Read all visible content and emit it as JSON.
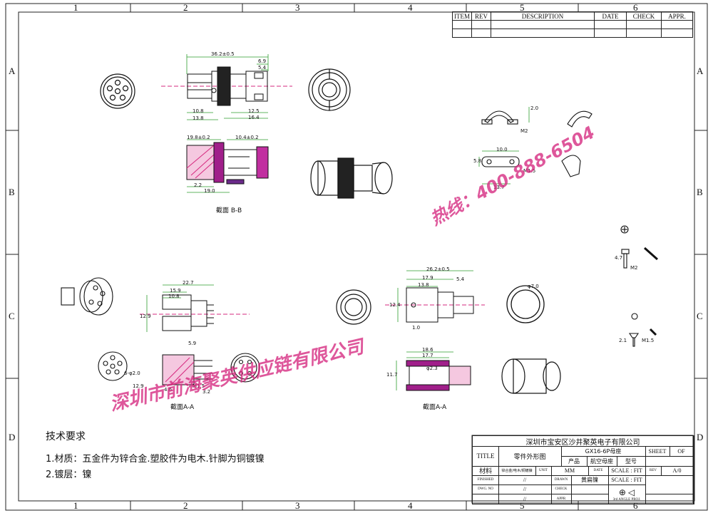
{
  "zones": {
    "columns": [
      "1",
      "2",
      "3",
      "4",
      "5",
      "6"
    ],
    "rows": [
      "A",
      "B",
      "C",
      "D"
    ]
  },
  "revision_table": {
    "headers": [
      "ITEM",
      "REV",
      "DESCRIPTION",
      "DATE",
      "CHECK",
      "APPR."
    ]
  },
  "views": {
    "section_bb_caption": "截面 B-B",
    "section_aa_left_caption": "截面A-A",
    "section_aa_right_caption": "截面A-A"
  },
  "dimensions": {
    "top": [
      "36.2±0.5",
      "6.9",
      "5.4",
      "10.8",
      "13.8",
      "12.5",
      "16.4",
      "19.8±0.2",
      "10.4±0.2",
      "2.2",
      "19.0"
    ],
    "clip": [
      "10.0",
      "5.8",
      "13.7",
      "2.0",
      "M2",
      "M1.5"
    ],
    "left_mid": [
      "22.7",
      "15.9",
      "10.8",
      "12.9",
      "5.9",
      "6-φ2.0",
      "12.9",
      "4.6",
      "M1.5",
      "3.2"
    ],
    "right_mid": [
      "26.2±0.5",
      "17.9",
      "13.8",
      "5.4",
      "1.0",
      "12.4",
      "φ7.0",
      "18.6",
      "17.7",
      "φ2.3",
      "11.7"
    ],
    "screws": [
      "M2",
      "M1.5",
      "4.7",
      "2.1"
    ]
  },
  "notes": {
    "heading": "技术要求",
    "items": [
      "1.材质：五金件为锌合金.塑胶件为电木.针脚为铜镀镍",
      "2.镀层：镍"
    ]
  },
  "title_block": {
    "company": "深圳市宝安区沙井聚英电子有限公司",
    "title_label": "TITLE",
    "drawing_title": "零件外形图",
    "part_code": "GX16-6P母座",
    "product_label": "产品",
    "product_value": "航空母座",
    "model_label": "型号",
    "sheet_label": "SHEET",
    "of_label": "OF",
    "material_label": "材料",
    "material_value": "锌合金/电木/铜镀镍",
    "unit_label": "UNIT",
    "unit_value": "MM",
    "date_label": "DATE",
    "scale_label": "SCALE : FIT",
    "scale2_label": "SCALE : FIT",
    "rev_label": "REV",
    "rev_value": "A/0",
    "finish_label": "FINISHED",
    "finish_value": "黄扁镍",
    "drawn_label": "DRAWN",
    "check_label": "CHECK",
    "dwg_label": "DWG. NO",
    "appr_label": "APPR",
    "angle_label": "3rd ANGLE PROJ.",
    "slash": "//"
  },
  "watermark": {
    "line1": "深圳市前海聚英供应链有限公司",
    "line2": "热线：400-888-6504"
  }
}
